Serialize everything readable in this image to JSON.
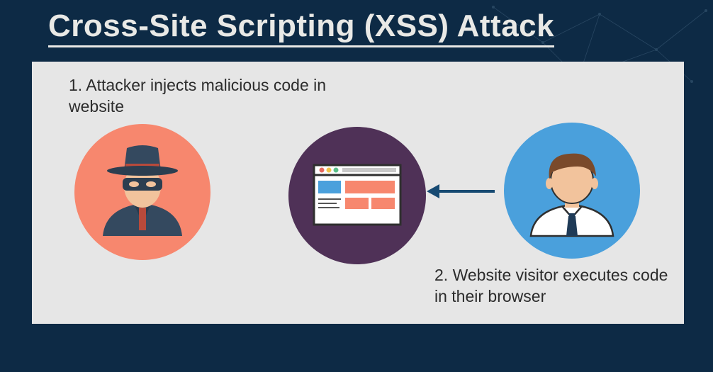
{
  "slide": {
    "title": "Cross-Site Scripting (XSS) Attack"
  },
  "steps": [
    {
      "text": "1. Attacker injects malicious code in website"
    },
    {
      "text": "2. Website visitor executes code in their browser"
    }
  ],
  "nodes": [
    {
      "id": "attacker",
      "icon": "hacker-icon",
      "color": "#f7876e"
    },
    {
      "id": "website",
      "icon": "browser-window-icon",
      "color": "#4f3157"
    },
    {
      "id": "visitor",
      "icon": "user-businessman-icon",
      "color": "#4aa0dc"
    }
  ],
  "edges": [
    {
      "from": "visitor",
      "to": "website",
      "color": "#174a72"
    }
  ],
  "colors": {
    "background": "#0d2a45",
    "panel": "#e6e6e6",
    "title": "#e9e9e6"
  }
}
